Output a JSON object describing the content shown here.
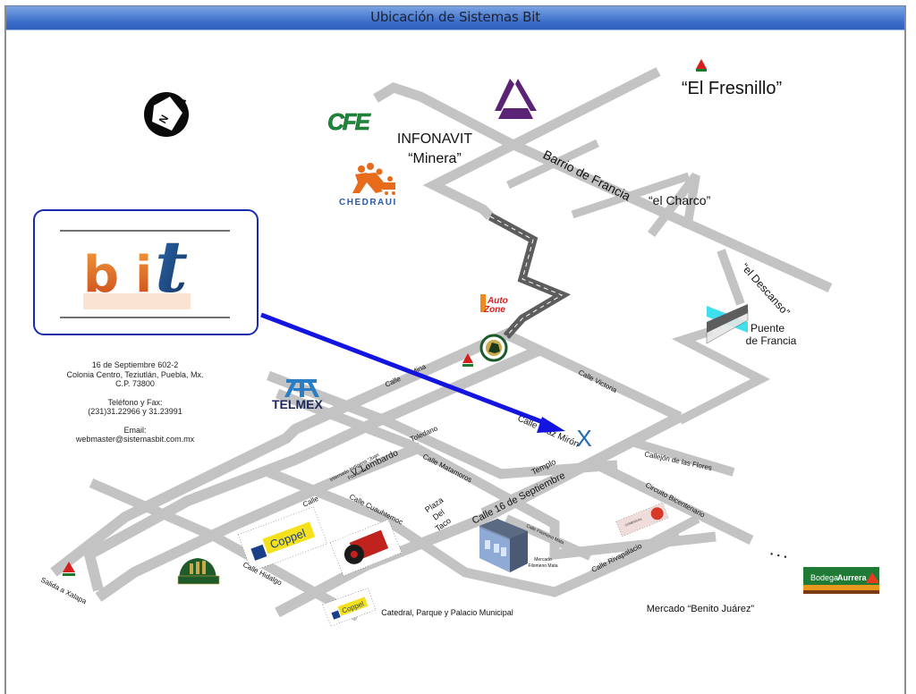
{
  "page": {
    "title": "Ubicación de Sistemas Bit"
  },
  "company": {
    "logo_text": {
      "b": "b",
      "i": "i",
      "t": "t"
    },
    "address_line1": "16 de Septiembre 602-2",
    "address_line2": "Colonia Centro, Teziutlán, Puebla, Mx.",
    "postal_code": "C.P. 73800",
    "phone_label": "Teléfono y Fax:",
    "phone_numbers": "(231)31.22966 y 31.23991",
    "email_label": "Email:",
    "email": "webmaster@sistemasbit.com.mx"
  },
  "map": {
    "location_marker": "X",
    "colors": {
      "road": "#c3c3c3",
      "highway": "#5d5d5d",
      "arrow": "#1414e0",
      "marker": "#1f6bb5",
      "frame_border": "#1a2bb0"
    },
    "compass": {
      "label": "N",
      "icon": "compass-north-icon"
    },
    "streets": {
      "barrio_de_francia": "Barrio de Francia",
      "el_descanso": "“el Descanso”",
      "calle_mina_1": "Calle",
      "calle_mina_2": "Mina",
      "calle_victoria": "Calle Victoria",
      "calle_diaz_miron": "Calle Díaz Mirón",
      "toledano": "Toledano",
      "v_lombardo": "V. Lombardo",
      "calle_matamoros": "Calle Matamoros",
      "templo": "Templo",
      "calle_16_septiembre": "Calle 16 de Septiembre",
      "callejon_flores": "Callejón de las Flores",
      "circuito_bicentenario": "Circuito Bicentenario",
      "calle": "Calle",
      "calle_cuauhtemoc": "Calle Cuauhtemoc",
      "calle_filomeno_mata": "Calle Filomeno Mata",
      "calle_rivapalacio": "Calle Rivapalacio",
      "calle_hidalgo": "Calle Hidalgo",
      "salida_xalapa": "Salida a Xalapa"
    },
    "places": {
      "infonavit_1": "INFONAVIT",
      "infonavit_2": "“Minera”",
      "el_fresnillo": "“El Fresnillo”",
      "el_charco": "“el Charco”",
      "puente_1": "Puente",
      "puente_2": "de Francia",
      "internado_1": "Internado Indígena “Juan",
      "internado_2": "Fco Lucas”",
      "plaza_1": "Plaza",
      "plaza_2": "Del",
      "plaza_3": "Taco",
      "mercado_fm_1": "Mercado",
      "mercado_fm_2": "Filomeno Mata",
      "catedral": "Catedral, Parque y Palacio Municipal",
      "mercado_bj": "Mercado “Benito Juárez”",
      "ellipsis": ". . ."
    },
    "brands": {
      "cfe": "CFE",
      "chedraui": "CHEDRAUI",
      "telmex": "TELMEX",
      "autozone_1": "Auto",
      "autozone_2": "Zone",
      "coppel": "Coppel",
      "bodega_1": "Bodega",
      "bodega_2": "Aurrera",
      "pemex": "PEMEX",
      "comercial": "COMERCIAL"
    }
  }
}
